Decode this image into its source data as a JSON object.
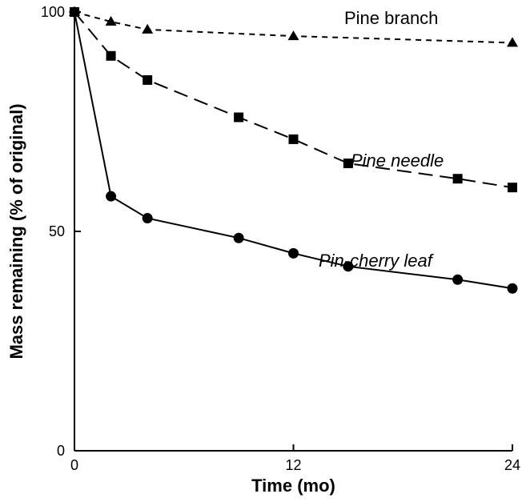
{
  "chart_data": {
    "type": "line",
    "xlabel": "Time (mo)",
    "ylabel": "Mass remaining (% of original)",
    "xlim": [
      0,
      24
    ],
    "ylim": [
      0,
      100
    ],
    "xticks": [
      0,
      12,
      24
    ],
    "yticks": [
      0,
      50,
      100
    ],
    "grid": false,
    "series": [
      {
        "name": "Pine branch",
        "line_style": "short-dash",
        "marker": "triangle",
        "label_style": "normal",
        "x": [
          0,
          2,
          4,
          12,
          24
        ],
        "y": [
          100,
          97.8,
          96,
          94.5,
          93
        ]
      },
      {
        "name": "Pine needle",
        "line_style": "long-dash",
        "marker": "square",
        "label_style": "italic",
        "x": [
          0,
          2,
          4,
          9,
          12,
          15,
          21,
          24
        ],
        "y": [
          100,
          90,
          84.5,
          76,
          71,
          65.5,
          62,
          60
        ]
      },
      {
        "name": "Pin-cherry leaf",
        "line_style": "solid",
        "marker": "circle",
        "label_style": "italic",
        "x": [
          0,
          2,
          4,
          9,
          12,
          15,
          21,
          24
        ],
        "y": [
          100,
          58,
          53,
          48.5,
          45,
          42,
          39,
          37
        ]
      }
    ]
  }
}
